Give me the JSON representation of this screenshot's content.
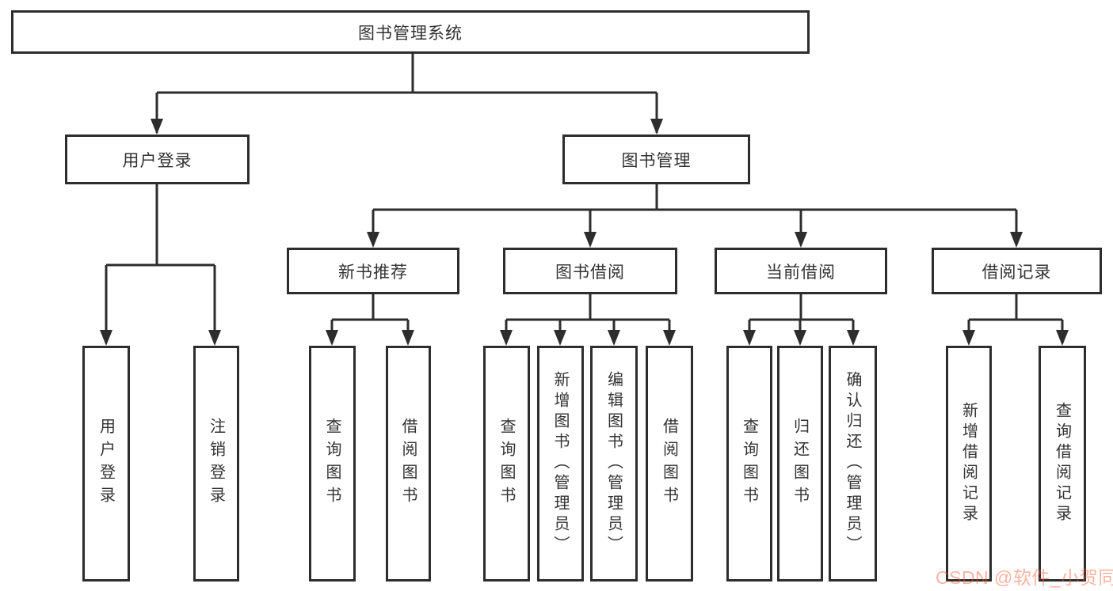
{
  "diagram": {
    "root": {
      "label": "图书管理系统"
    },
    "branches": {
      "user": {
        "label": "用户登录",
        "children": [
          {
            "label": "用户登录"
          },
          {
            "label": "注销登录"
          }
        ]
      },
      "book": {
        "label": "图书管理",
        "children": [
          {
            "label": "新书推荐",
            "children": [
              {
                "label": "查询图书"
              },
              {
                "label": "借阅图书"
              }
            ]
          },
          {
            "label": "图书借阅",
            "children": [
              {
                "label": "查询图书"
              },
              {
                "label": "新增图书（管理员）"
              },
              {
                "label": "编辑图书（管理员）"
              },
              {
                "label": "借阅图书"
              }
            ]
          },
          {
            "label": "当前借阅",
            "children": [
              {
                "label": "查询图书"
              },
              {
                "label": "归还图书"
              },
              {
                "label": "确认归还（管理员）"
              }
            ]
          },
          {
            "label": "借阅记录",
            "children": [
              {
                "label": "新增借阅记录"
              },
              {
                "label": "查询借阅记录"
              }
            ]
          }
        ]
      }
    },
    "watermark": "CSDN @软件_小贺同学",
    "colors": {
      "line": "#2d2d2d",
      "background": "#ffffff",
      "watermark_accent": "#fc5531"
    }
  }
}
